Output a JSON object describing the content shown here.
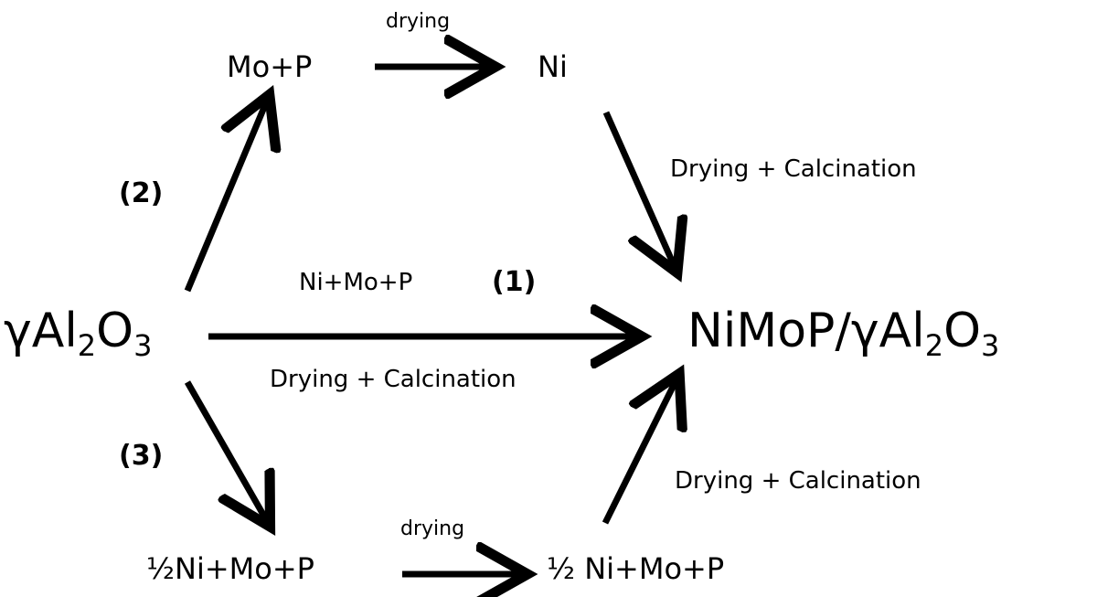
{
  "nodes": {
    "support": {
      "main": "γAl",
      "sub1": "2",
      "mid": "O",
      "sub2": "3"
    },
    "product": {
      "main": "NiMoP/γAl",
      "sub1": "2",
      "mid": "O",
      "sub2": "3"
    },
    "route2_first": "Mo+P",
    "route2_second": "Ni",
    "route3_first": "½Ni+Mo+P",
    "route3_second": "½ Ni+Mo+P"
  },
  "routes": {
    "route1": {
      "number": "(1)",
      "reagents": "Ni+Mo+P",
      "condition": "Drying + Calcination"
    },
    "route2": {
      "number": "(2)",
      "intermediate_step": "drying",
      "final_condition": "Drying + Calcination"
    },
    "route3": {
      "number": "(3)",
      "intermediate_step": "drying",
      "final_condition": "Drying + Calcination"
    }
  }
}
